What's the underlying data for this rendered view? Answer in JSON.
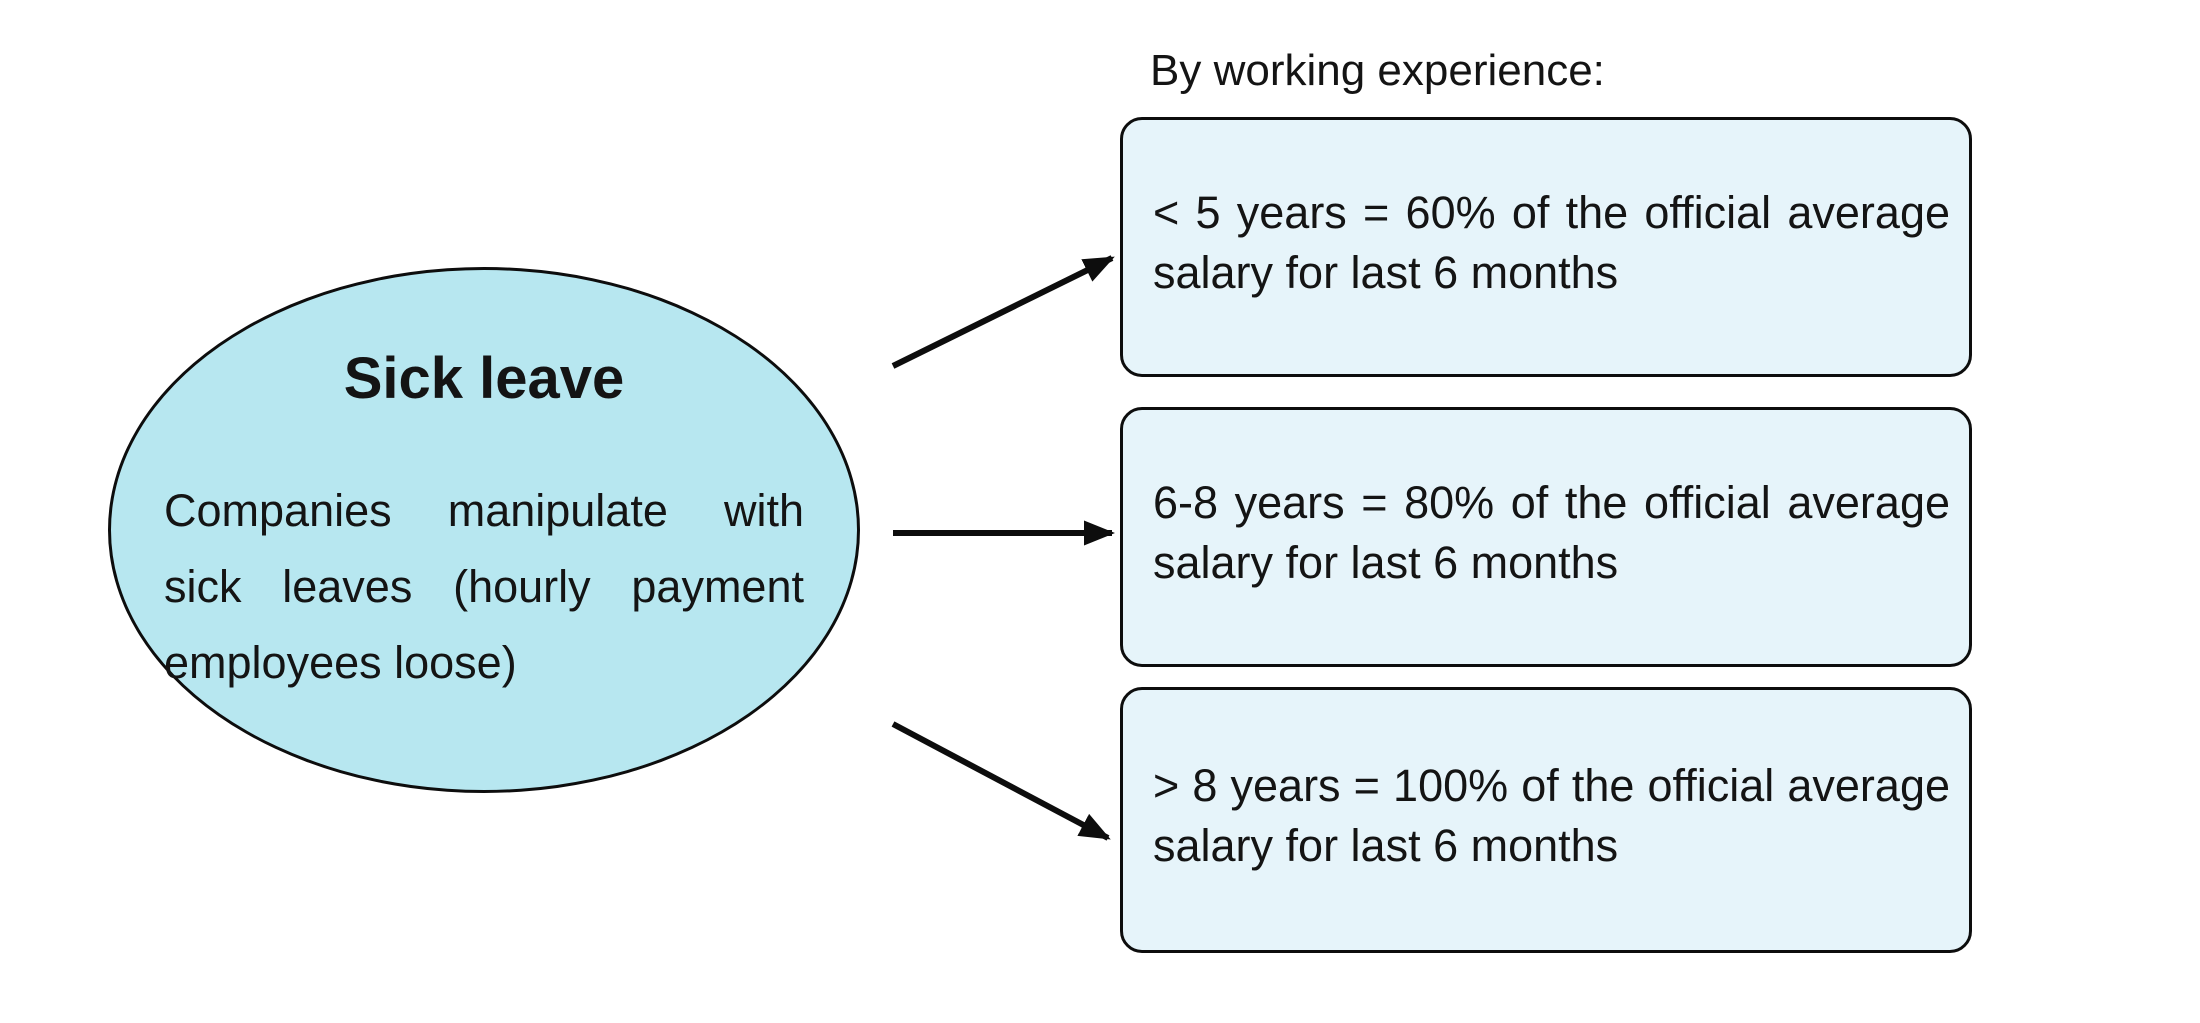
{
  "header": {
    "title": "By working experience:"
  },
  "ellipse": {
    "title": "Sick leave",
    "body": "Companies manipulate with sick leaves (hourly payment employees loose)"
  },
  "boxes": [
    {
      "text": "< 5 years = 60% of the official average salary for last 6 months"
    },
    {
      "text": "6-8 years = 80% of the official average salary for last 6 months"
    },
    {
      "text": "> 8 years = 100% of the official average salary for last 6 months"
    }
  ],
  "colors": {
    "ellipse_fill": "#b7e7f0",
    "box_fill": "#e6f4fa",
    "stroke": "#0d0d0d",
    "background": "#ffffff"
  }
}
